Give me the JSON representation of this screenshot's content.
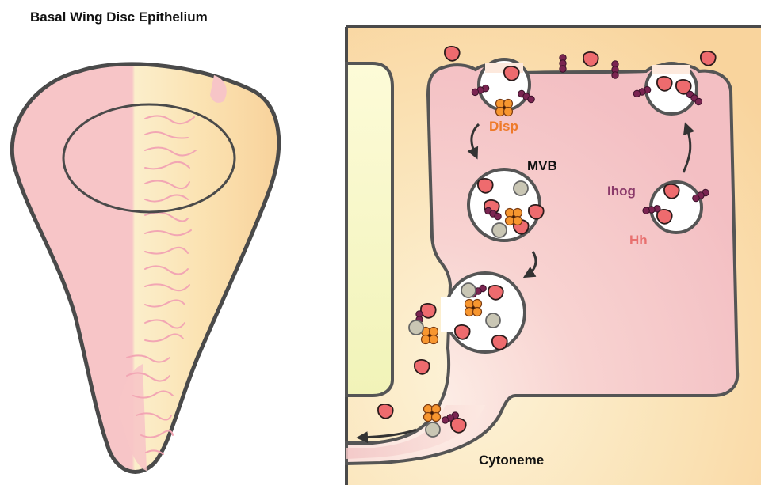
{
  "title": "Basal Wing Disc Epithelium",
  "labels": {
    "disp": "Disp",
    "mvb": "MVB",
    "ihog": "Ihog",
    "hh": "Hh",
    "cytoneme": "Cytoneme"
  },
  "colors": {
    "hh": "#ee6b6e",
    "ihog": "#7a2451",
    "disp": "#f7962f",
    "membrane": "#555555",
    "tissue_pink": "#f6c3c6",
    "tissue_peach": "#f9dcae",
    "tissue_yellow": "#fbf2c0"
  }
}
